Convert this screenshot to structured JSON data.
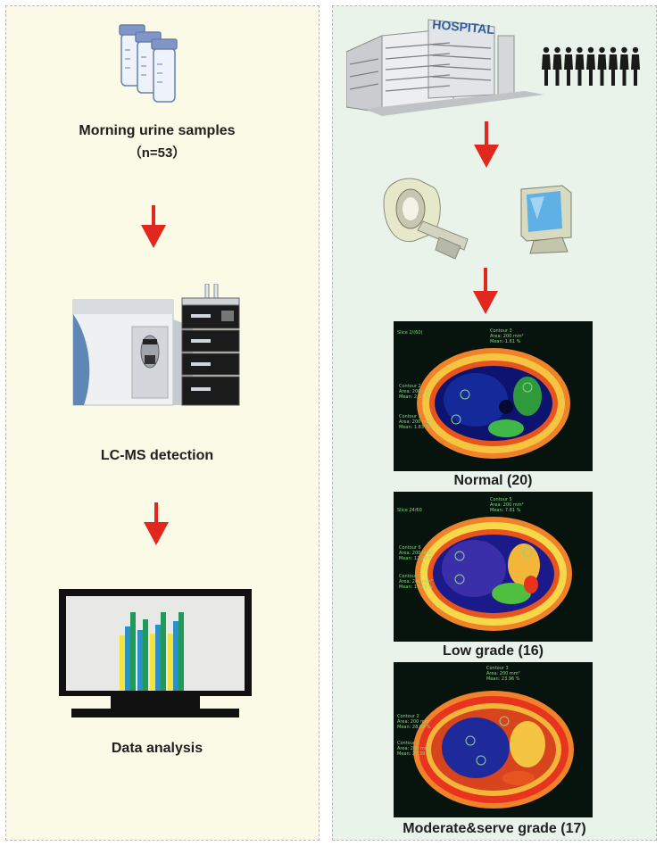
{
  "left_column": {
    "samples_title": "Morning urine samples",
    "samples_count": "（n=53）",
    "detection_label": "LC-MS detection",
    "analysis_label": "Data analysis"
  },
  "right_column": {
    "hospital_sign": "HOSPITAL",
    "scans": [
      {
        "label": "Normal (20)",
        "header": "Slice 2/(60)",
        "top": [
          "Contour 3",
          "Area: 200 mm²",
          "Mean: 1.61 %"
        ],
        "mid": [
          "Contour 2",
          "Area: 200 mm²",
          "Mean: 2.51 %"
        ],
        "low": [
          "Contour 1",
          "Area: 200 mm²",
          "Mean: 1.83 %"
        ]
      },
      {
        "label": "Low grade  (16)",
        "header": "Slice 24/60",
        "top": [
          "Contour 5",
          "Area: 200 mm²",
          "Mean: 7.81 %"
        ],
        "mid": [
          "Contour 6",
          "Area: 200 mm²",
          "Mean: 12.29 %"
        ],
        "low": [
          "Contour 7",
          "Area: 200 mm²",
          "Mean: 10.23 %"
        ]
      },
      {
        "label": "Moderate&serve  grade  (17)",
        "header": "",
        "top": [
          "Contour 3",
          "Area: 200 mm²",
          "Mean: 23.96 %"
        ],
        "mid": [
          "Contour 2",
          "Area: 200 mm²",
          "Mean: 28.83 %"
        ],
        "low": [
          "Contour 1",
          "Area: 200 mm²",
          "Mean: 27.39 %"
        ]
      }
    ]
  },
  "colors": {
    "left_bg": "#fbfae6",
    "right_bg": "#e9f3ea",
    "arrow": "#e0281e",
    "bar_yellow": "#f2e43a",
    "bar_blue": "#2b8fc8",
    "bar_green": "#1f9a5a",
    "monitor": "#111111"
  }
}
